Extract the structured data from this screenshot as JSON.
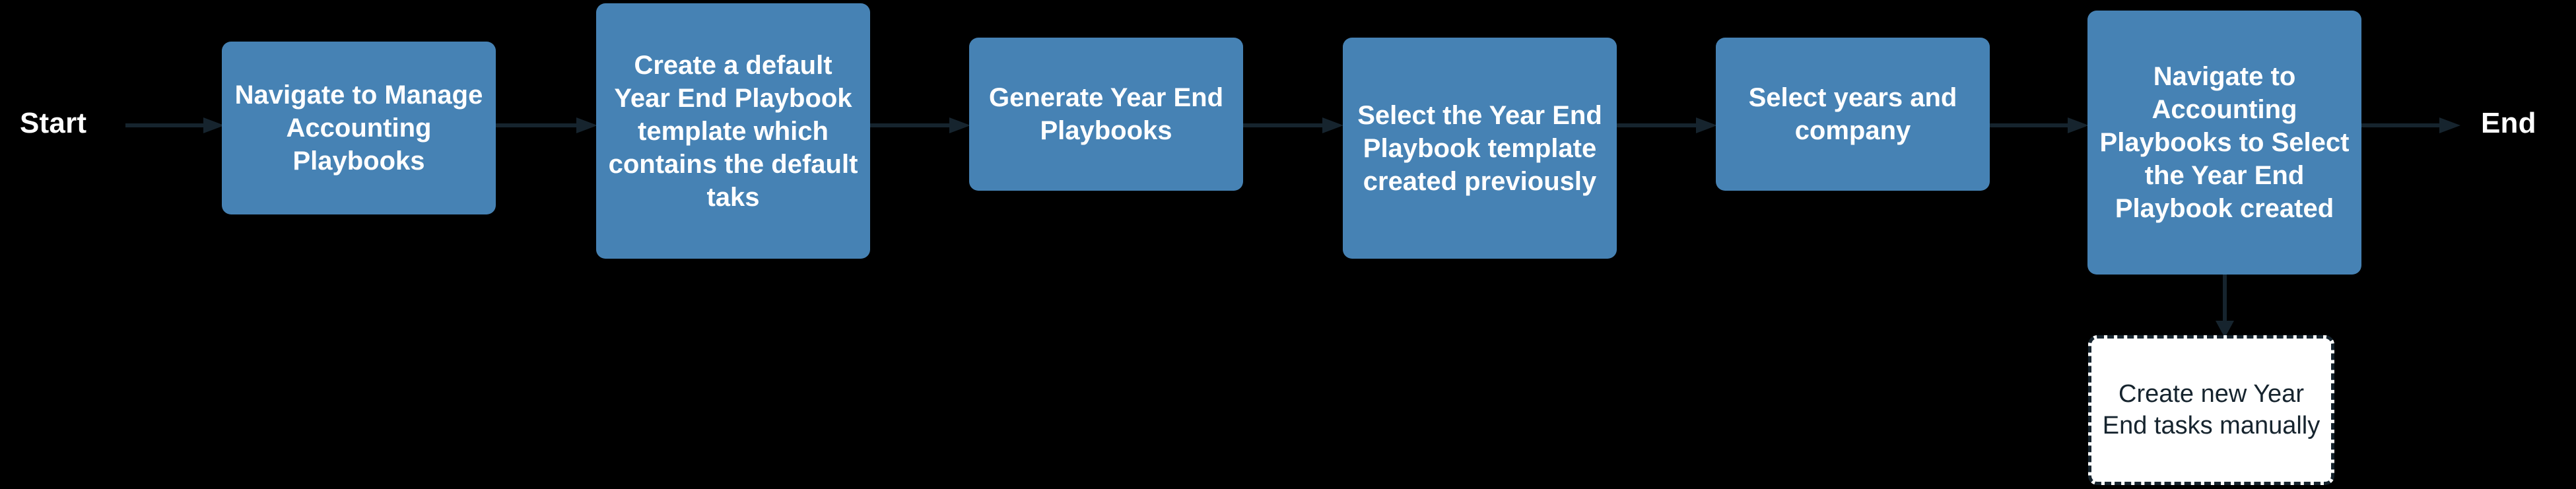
{
  "diagram": {
    "type": "flowchart",
    "orientation": "left-to-right",
    "background_color": "#000000",
    "node_fill_color": "#4682b4",
    "node_text_color": "#ffffff",
    "connector_color": "#16242e",
    "outlined_node_fill": "#ffffff",
    "outlined_node_text_color": "#16242e",
    "terminals": {
      "start": "Start",
      "end": "End"
    },
    "nodes": [
      {
        "id": "n1",
        "label": "Navigate to Manage Accounting Playbooks",
        "style": "filled"
      },
      {
        "id": "n2",
        "label": "Create a default Year End Playbook template which contains the default taks",
        "style": "filled"
      },
      {
        "id": "n3",
        "label": "Generate Year End Playbooks",
        "style": "filled"
      },
      {
        "id": "n4",
        "label": "Select the Year End Playbook template created previously",
        "style": "filled"
      },
      {
        "id": "n5",
        "label": "Select years and company",
        "style": "filled"
      },
      {
        "id": "n6",
        "label": "Navigate to Accounting Playbooks to Select the Year End Playbook created",
        "style": "filled"
      },
      {
        "id": "n7",
        "label": "Create new Year End tasks manually",
        "style": "outlined"
      }
    ],
    "edges": [
      {
        "from": "start",
        "to": "n1",
        "direction": "right"
      },
      {
        "from": "n1",
        "to": "n2",
        "direction": "right"
      },
      {
        "from": "n2",
        "to": "n3",
        "direction": "right"
      },
      {
        "from": "n3",
        "to": "n4",
        "direction": "right"
      },
      {
        "from": "n4",
        "to": "n5",
        "direction": "right"
      },
      {
        "from": "n5",
        "to": "n6",
        "direction": "right"
      },
      {
        "from": "n6",
        "to": "end",
        "direction": "right"
      },
      {
        "from": "n6",
        "to": "n7",
        "direction": "down"
      }
    ]
  }
}
